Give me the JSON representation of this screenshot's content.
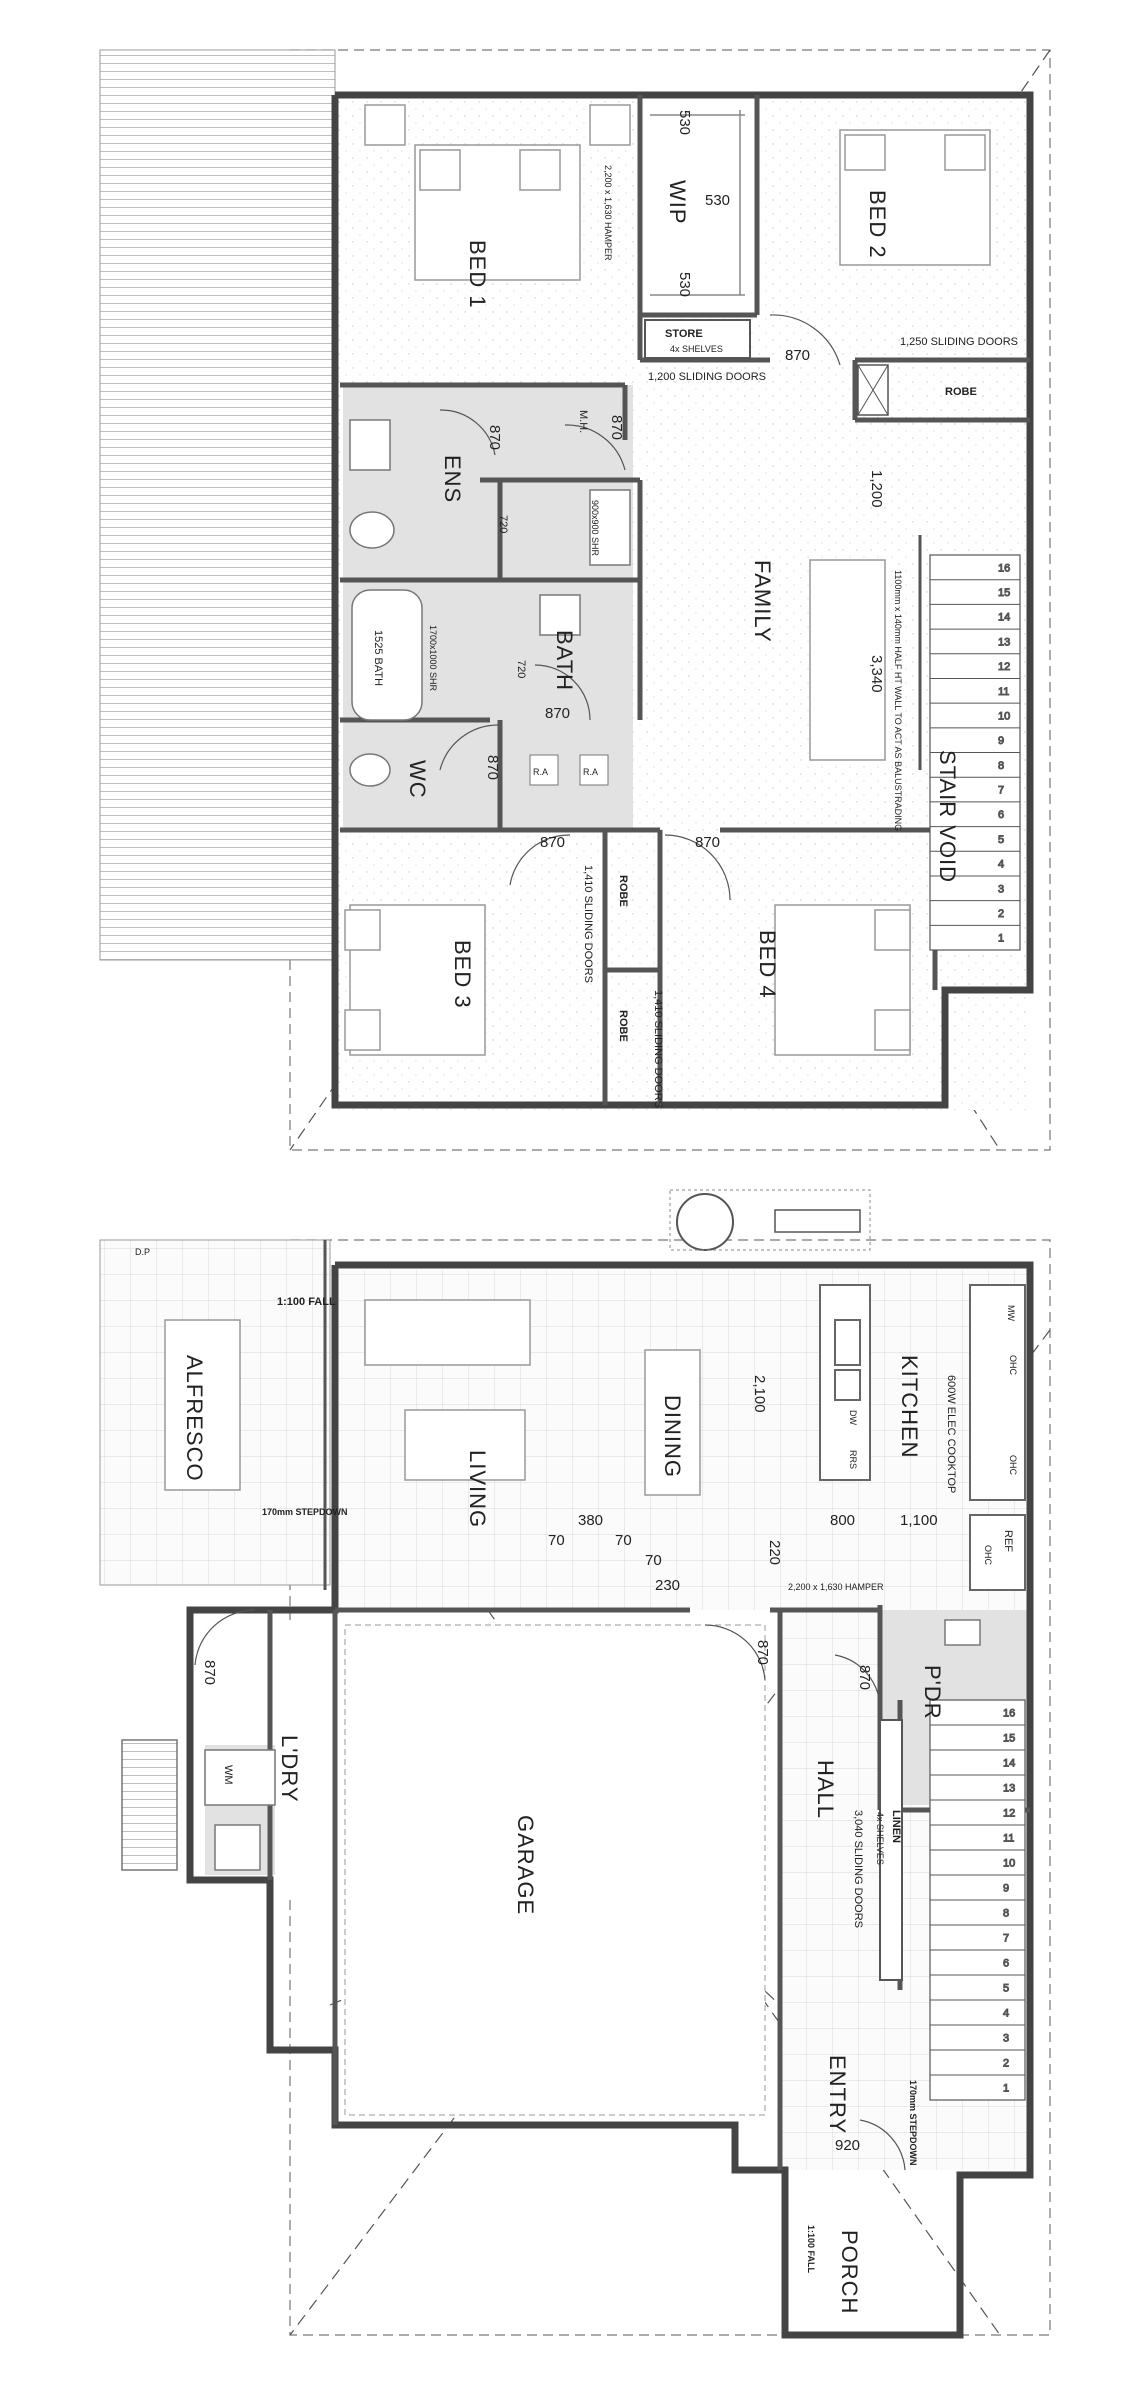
{
  "upper_floor": {
    "rooms": {
      "bed1": "BED 1",
      "bed2": "BED 2",
      "bed3": "BED 3",
      "bed4": "BED 4",
      "wip": "WIP",
      "store": "STORE",
      "store_note": "4x SHELVES",
      "ens": "ENS",
      "mh": "M.H.",
      "bath": "BATH",
      "wc": "WC",
      "family": "FAMILY",
      "robe_bed2": "ROBE",
      "robe_bed3": "ROBE",
      "robe_bed4": "ROBE",
      "stair_void": "STAIR VOID",
      "ra1": "R.A",
      "ra2": "R.A"
    },
    "notes": {
      "hamper": "2,200 x 1,630 HAMPER",
      "sliding_bed2": "1,250 SLIDING DOORS",
      "sliding_wip": "1,200 SLIDING DOORS",
      "sliding_bed3": "1,410 SLIDING DOORS",
      "sliding_bed4": "1,410 SLIDING DOORS",
      "shr_ens": "900x900 SHR",
      "shr_bath": "1700x1000 SHR",
      "bath": "1525 BATH",
      "half_wall": "1100mm x 140mm HALF HT WALL TO ACT AS BALUSTRADING"
    },
    "dims": {
      "wip_top": "530",
      "wip_mid": "530",
      "wip_low": "530",
      "bed2_door": "870",
      "mh_door": "870",
      "ens_door": "870",
      "ens_720": "720",
      "bath_720": "720",
      "bath_door": "870",
      "wc_door": "870",
      "bed3_door": "870",
      "bed4_door": "870",
      "family_1200": "1,200",
      "family_3340": "3,340"
    },
    "stair_numbers": [
      "16",
      "15",
      "14",
      "13",
      "12",
      "11",
      "10",
      "9",
      "8",
      "7",
      "6",
      "5",
      "4",
      "3",
      "2",
      "1"
    ]
  },
  "ground_floor": {
    "rooms": {
      "alfresco": "ALFRESCO",
      "living": "LIVING",
      "dining": "DINING",
      "kitchen": "KITCHEN",
      "garage": "GARAGE",
      "ldry": "L'DRY",
      "pdr": "P'DR",
      "hall": "HALL",
      "linen": "LINEN",
      "linen_note": "4x SHELVES",
      "entry": "ENTRY",
      "porch": "PORCH",
      "wm": "WM",
      "ref": "REF",
      "ohc1": "OHC",
      "ohc2": "OHC",
      "ohc3": "OHC",
      "mw": "MW",
      "dw": "DW",
      "rrs": "RRS",
      "dp": "D.P"
    },
    "notes": {
      "fall_alfresco": "1:100 FALL",
      "stepdown_alfresco": "170mm STEPDOWN",
      "cooktop": "600W ELEC COOKTOP",
      "hamper": "2,200 x 1,630 HAMPER",
      "sliding_linen": "3,040 SLIDING DOORS",
      "stepdown_entry": "170mm STEPDOWN",
      "fall_porch": "1:100 FALL"
    },
    "dims": {
      "dining_2100": "2,100",
      "d380": "380",
      "d70a": "70",
      "d70b": "70",
      "d70c": "70",
      "d220": "220",
      "d230": "230",
      "d800": "800",
      "d1100": "1,100",
      "ldry_door": "870",
      "garage_door": "870",
      "pdr_door": "870",
      "entry_door": "920"
    },
    "stair_numbers": [
      "16",
      "15",
      "14",
      "13",
      "12",
      "11",
      "10",
      "9",
      "8",
      "7",
      "6",
      "5",
      "4",
      "3",
      "2",
      "1"
    ]
  }
}
